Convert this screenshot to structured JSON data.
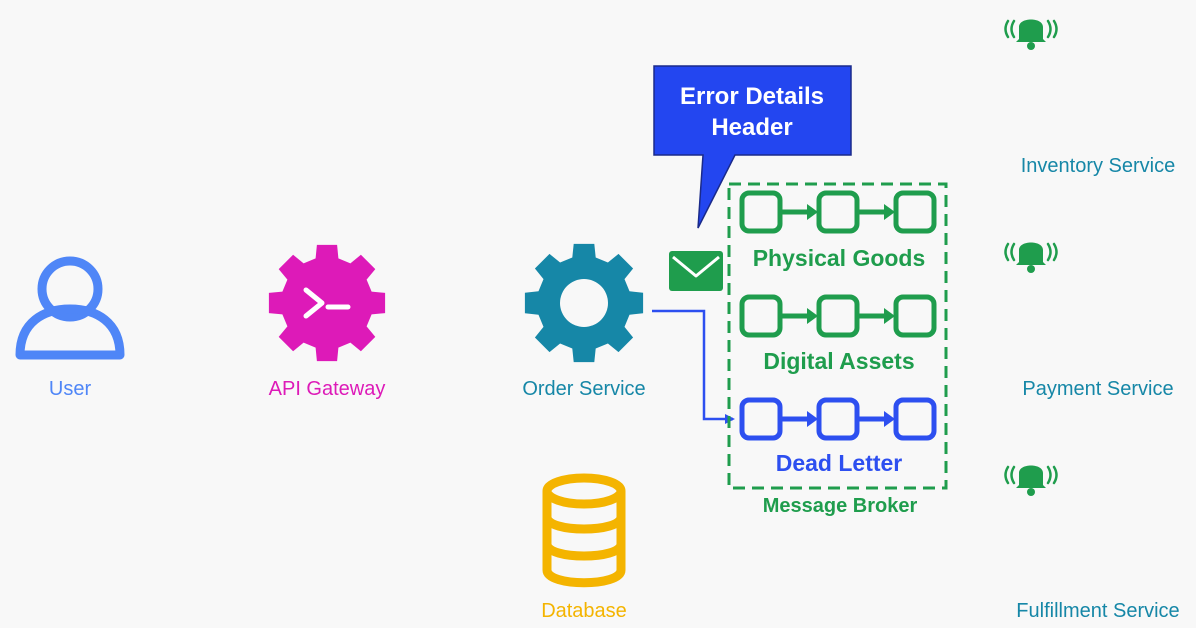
{
  "colors": {
    "user": "#4f86f7",
    "gateway": "#dd1ab8",
    "service": "#1687a7",
    "database": "#f4b400",
    "broker": "#1f9d4d",
    "deadletter": "#2d4ff0",
    "callout": "#2346f0",
    "bell": "#1f9d4d",
    "background": "#f8f8f8"
  },
  "user": {
    "label": "User",
    "icon": "person-icon"
  },
  "gateway": {
    "label": "API Gateway",
    "icon": "terminal-gear-icon"
  },
  "order_service": {
    "label": "Order Service",
    "icon": "gear-icon"
  },
  "database": {
    "label": "Database",
    "icon": "database-icon"
  },
  "envelope": {
    "icon": "envelope-icon"
  },
  "callout": {
    "line1": "Error Details",
    "line2": "Header"
  },
  "broker": {
    "label": "Message Broker",
    "queues": [
      {
        "label": "Physical Goods"
      },
      {
        "label": "Digital Assets"
      },
      {
        "label": "Dead Letter"
      }
    ]
  },
  "services": [
    {
      "label": "Inventory Service",
      "icon": "gear-icon",
      "alert": "bell-icon"
    },
    {
      "label": "Payment Service",
      "icon": "gear-icon",
      "alert": "bell-icon"
    },
    {
      "label": "Fulfillment Service",
      "icon": "gear-icon",
      "alert": "bell-icon"
    }
  ]
}
